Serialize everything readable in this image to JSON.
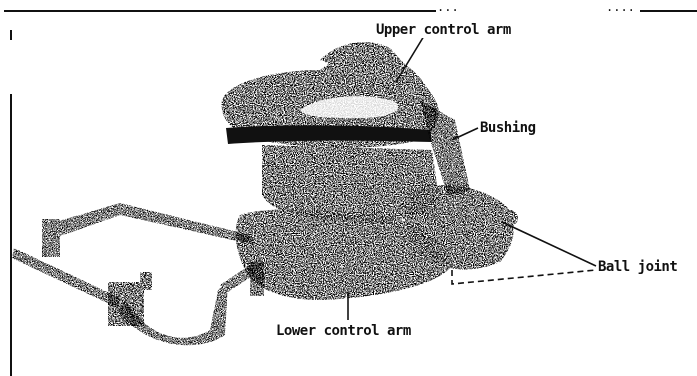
{
  "labels": {
    "upper_control_arm": "Upper control arm",
    "bushing": "Bushing",
    "ball_joint": "Ball joint",
    "lower_control_arm": "Lower control arm"
  },
  "colors": {
    "ink": "#111111",
    "background": "#ffffff"
  }
}
